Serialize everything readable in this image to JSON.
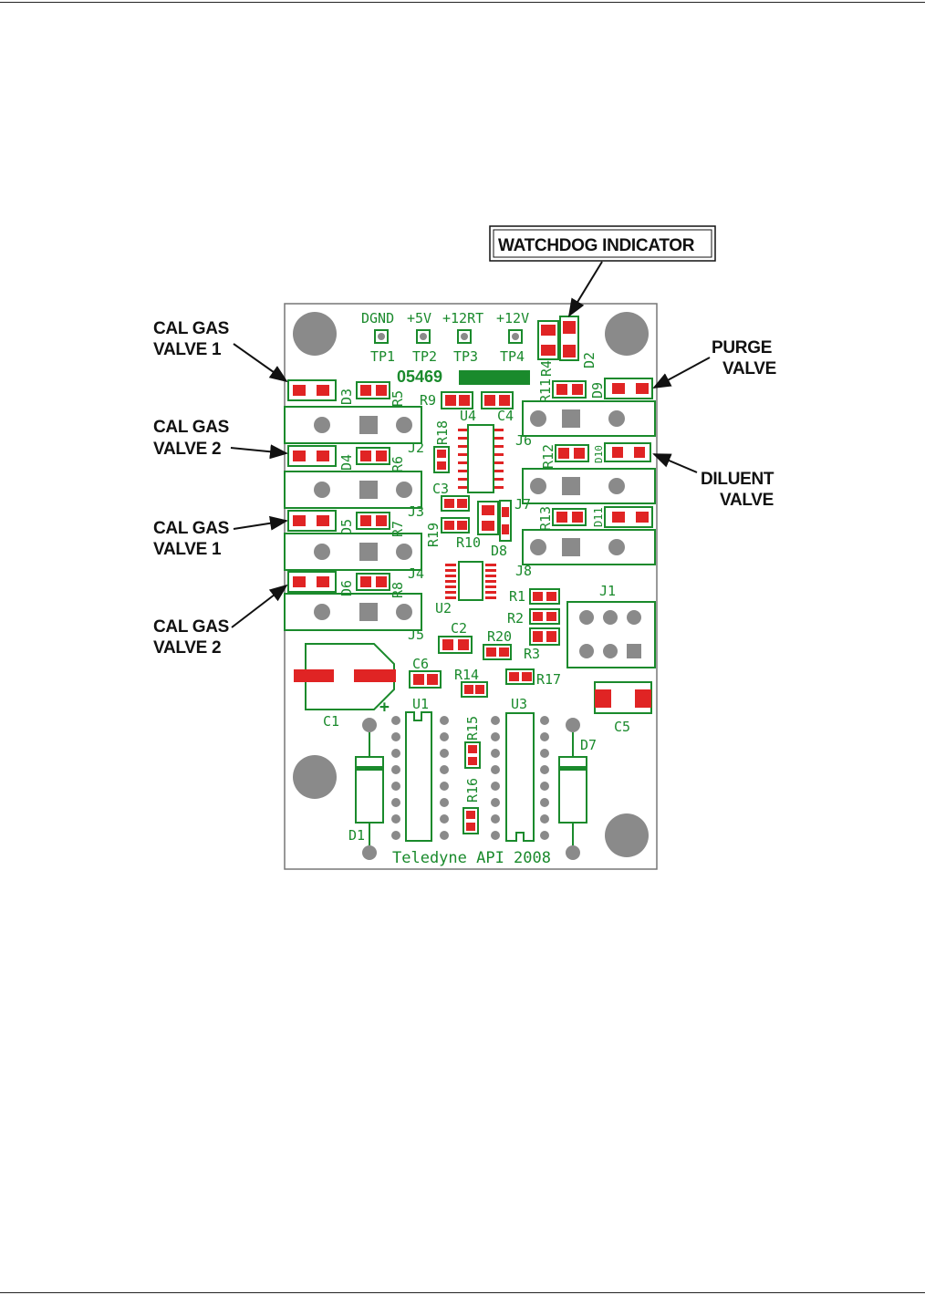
{
  "board": {
    "part_number": "05469",
    "footer": "Teledyne API 2008",
    "test_points": {
      "dgnd": "DGND",
      "p5v": "+5V",
      "p12rt": "+12RT",
      "p12v": "+12V",
      "tp1": "TP1",
      "tp2": "TP2",
      "tp3": "TP3",
      "tp4": "TP4"
    },
    "refs": {
      "r1": "R1",
      "r2": "R2",
      "r3": "R3",
      "r4": "R4",
      "r5": "R5",
      "r6": "R6",
      "r7": "R7",
      "r8": "R8",
      "r9": "R9",
      "r10": "R10",
      "r11": "R11",
      "r12": "R12",
      "r13": "R13",
      "r14": "R14",
      "r15": "R15",
      "r16": "R16",
      "r17": "R17",
      "r18": "R18",
      "r19": "R19",
      "r20": "R20",
      "c1": "C1",
      "c2": "C2",
      "c3": "C3",
      "c4": "C4",
      "c5": "C5",
      "c6": "C6",
      "d1": "D1",
      "d2": "D2",
      "d3": "D3",
      "d4": "D4",
      "d5": "D5",
      "d6": "D6",
      "d7": "D7",
      "d8": "D8",
      "d9": "D9",
      "d10": "D10",
      "d11": "D11",
      "j1": "J1",
      "j2": "J2",
      "j3": "J3",
      "j4": "J4",
      "j5": "J5",
      "j6": "J6",
      "j7": "J7",
      "j8": "J8",
      "u1": "U1",
      "u2": "U2",
      "u3": "U3",
      "u4": "U4",
      "plus": "+"
    }
  },
  "callouts": {
    "watchdog": "WATCHDOG INDICATOR",
    "cal1a_l1": "CAL GAS",
    "cal1a_l2": "VALVE 1",
    "cal2a_l1": "CAL GAS",
    "cal2a_l2": "VALVE 2",
    "cal1b_l1": "CAL GAS",
    "cal1b_l2": "VALVE 1",
    "cal2b_l1": "CAL GAS",
    "cal2b_l2": "VALVE 2",
    "purge_l1": "PURGE",
    "purge_l2": "VALVE",
    "diluent_l1": "DILUENT",
    "diluent_l2": "VALVE"
  },
  "colors": {
    "trace": "#1a8a2c",
    "pad": "#e02424",
    "hole": "#8a8a8a"
  }
}
